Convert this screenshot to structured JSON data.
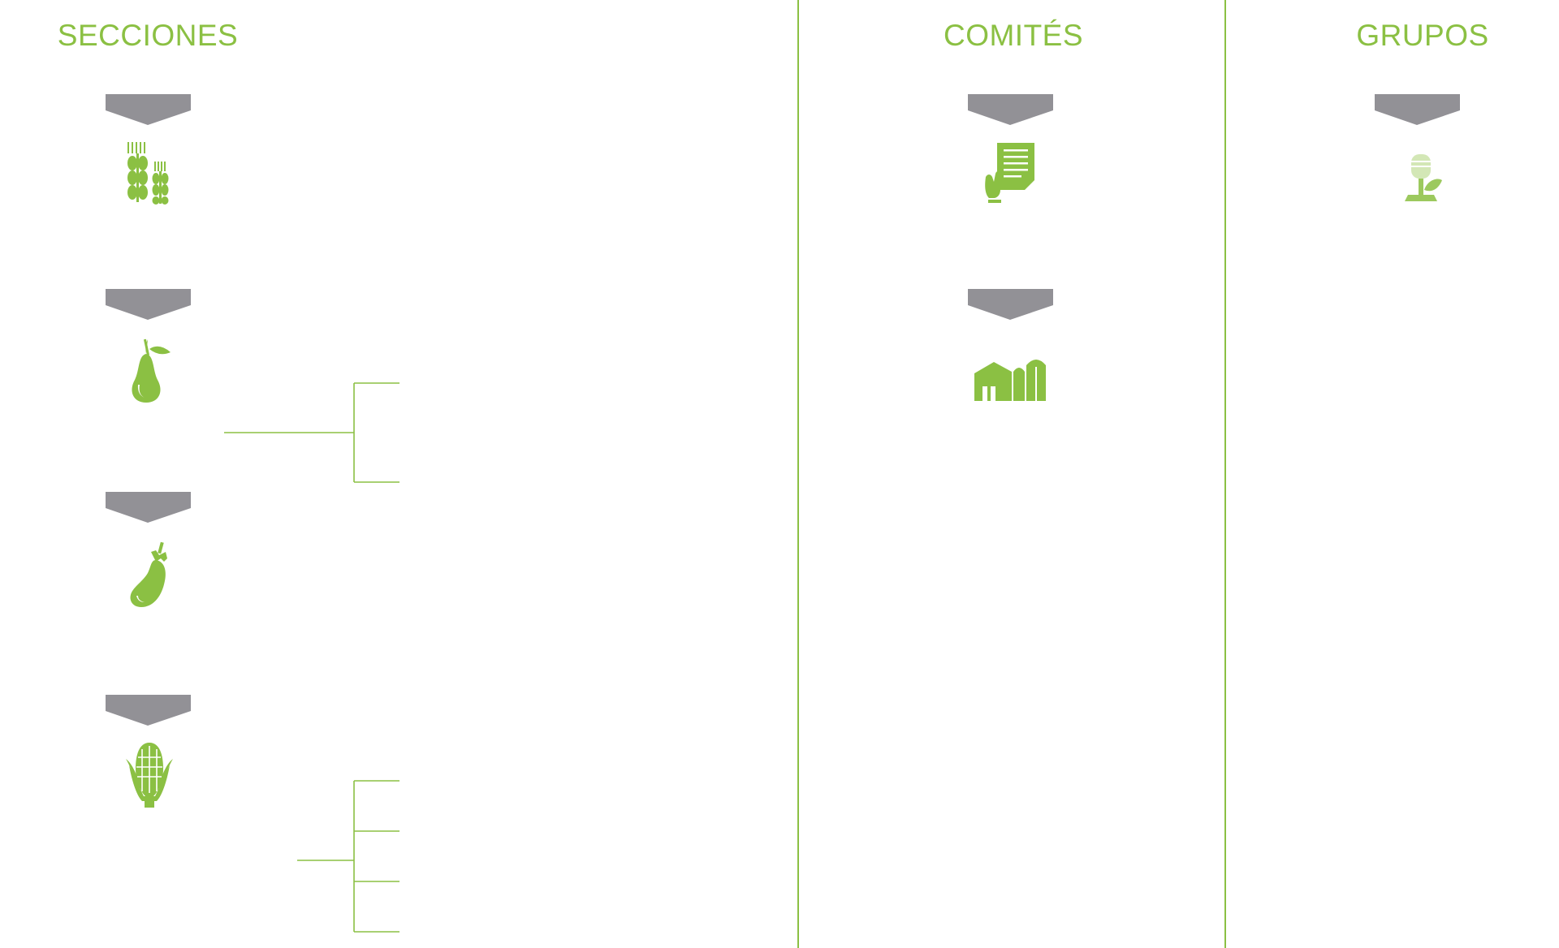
{
  "headings": {
    "secciones": "SECCIONES",
    "comites": "COMITÉS",
    "grupos": "GRUPOS"
  },
  "colors": {
    "accent_green": "#8bc043",
    "chevron_gray": "#929196",
    "background": "#ffffff"
  },
  "icons": {
    "secciones": [
      "wheat-icon",
      "pear-icon",
      "eggplant-icon",
      "corn-icon"
    ],
    "comites": [
      "document-hand-icon",
      "farm-silo-icon"
    ],
    "grupos": [
      "sprout-microphone-icon"
    ]
  }
}
